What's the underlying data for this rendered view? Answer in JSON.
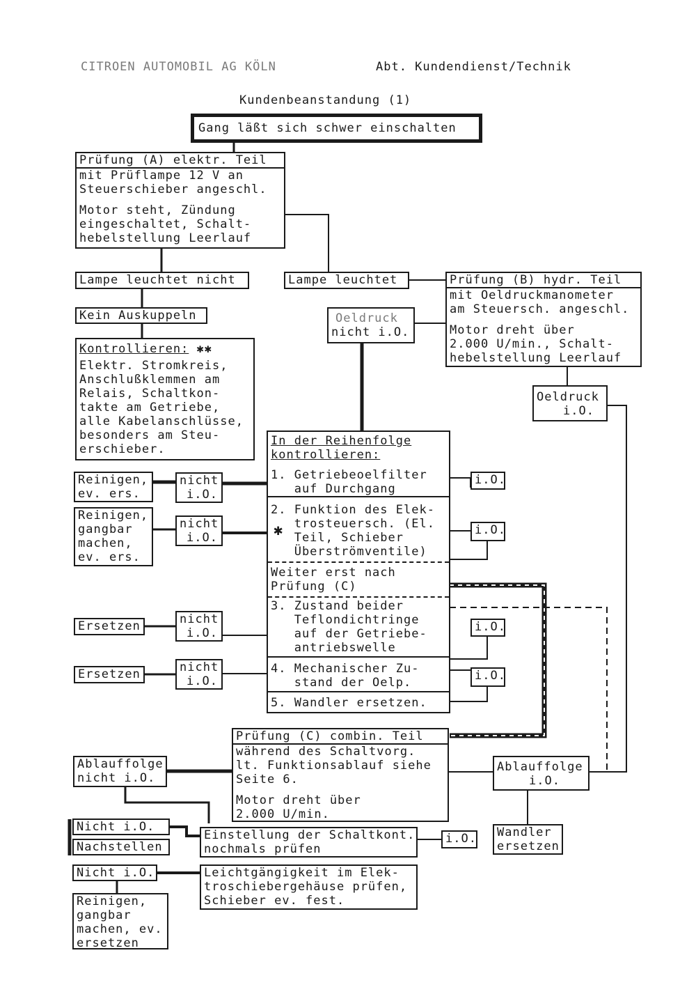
{
  "header": {
    "company": "CITROEN AUTOMOBIL AG KÖLN",
    "department": "Abt. Kundendienst/Technik",
    "title": "Kundenbeanstandung (1)"
  },
  "complaint": "Gang läßt sich schwer einschalten",
  "test_a": {
    "title": "Prüfung (A) elektr. Teil",
    "lines": [
      "mit Prüflampe 12 V an",
      "Steuerschieber angeschl."
    ],
    "lines2": [
      "Motor steht, Zündung",
      "eingeschaltet, Schalt-",
      "hebelstellung Leerlauf"
    ]
  },
  "lamp_off": "Lampe leuchtet nicht",
  "lamp_on": "Lampe leuchtet",
  "no_declutch": "Kein Auskuppeln",
  "check": {
    "title": "Kontrollieren:",
    "mark": "✱✱",
    "lines": [
      "Elektr. Stromkreis,",
      "Anschlußklemmen am",
      "Relais, Schaltkon-",
      "takte am Getriebe,",
      "alle Kabelanschlüsse,",
      "besonders am Steu-",
      "erschieber."
    ]
  },
  "oil_pressure_left": [
    "Oeldruck",
    "nicht i.O."
  ],
  "test_b": {
    "title": "Prüfung (B) hydr. Teil",
    "lines": [
      "mit Oeldruckmanometer",
      "am Steuersch. angeschl."
    ],
    "lines2": [
      "Motor dreht über",
      "2.000 U/min., Schalt-",
      "hebelstellung Leerlauf"
    ]
  },
  "oil_pressure_ok": [
    "Oeldruck",
    "i.O."
  ],
  "sequence": {
    "title": [
      "In der Reihenfolge",
      "kontrollieren:"
    ],
    "step1": [
      "1. Getriebeoelfilter",
      "   auf Durchgang"
    ],
    "step2": [
      "2. Funktion des Elek-",
      "   trosteuersch. (El.",
      "   Teil, Schieber",
      "   Überströmventile)"
    ],
    "step2_mark": "✱",
    "wait": [
      "Weiter erst nach",
      "Prüfung (C)"
    ],
    "step3": [
      "3. Zustand beider",
      "   Teflondichtringe",
      "   auf der Getriebe-",
      "   antriebswelle"
    ],
    "step4": [
      "4. Mechanischer Zu-",
      "   stand der Oelp."
    ],
    "step5": "5. Wandler ersetzen."
  },
  "ok": "i.O.",
  "not_ok": [
    "nicht",
    "i.O."
  ],
  "clean_replace": [
    "Reinigen,",
    "ev. ers."
  ],
  "clean_free": [
    "Reinigen,",
    "gangbar",
    "machen,",
    "ev. ers."
  ],
  "replace": "Ersetzen",
  "test_c": {
    "title": "Prüfung (C) combin. Teil",
    "lines": [
      "während des Schaltvorg.",
      "lt. Funktionsablauf siehe",
      "Seite 6."
    ],
    "lines2": [
      "Motor dreht über",
      "2.000 U/min."
    ]
  },
  "sequence_not_ok": [
    "Ablauffolge",
    "nicht i.O."
  ],
  "sequence_ok": [
    "Ablauffolge",
    "i.O."
  ],
  "replace_converter": [
    "Wandler",
    "ersetzen"
  ],
  "not_ok_single": "Nicht i.O.",
  "readjust": "Nachstellen",
  "check_contacts": [
    "Einstellung der Schaltkont.",
    "nochmals prüfen"
  ],
  "check_valve": [
    "Leichtgängigkeit im Elek-",
    "troschiebergehäuse prüfen,",
    "Schieber ev. fest."
  ],
  "clean_free2": [
    "Reinigen,",
    "gangbar",
    "machen, ev.",
    "ersetzen"
  ]
}
